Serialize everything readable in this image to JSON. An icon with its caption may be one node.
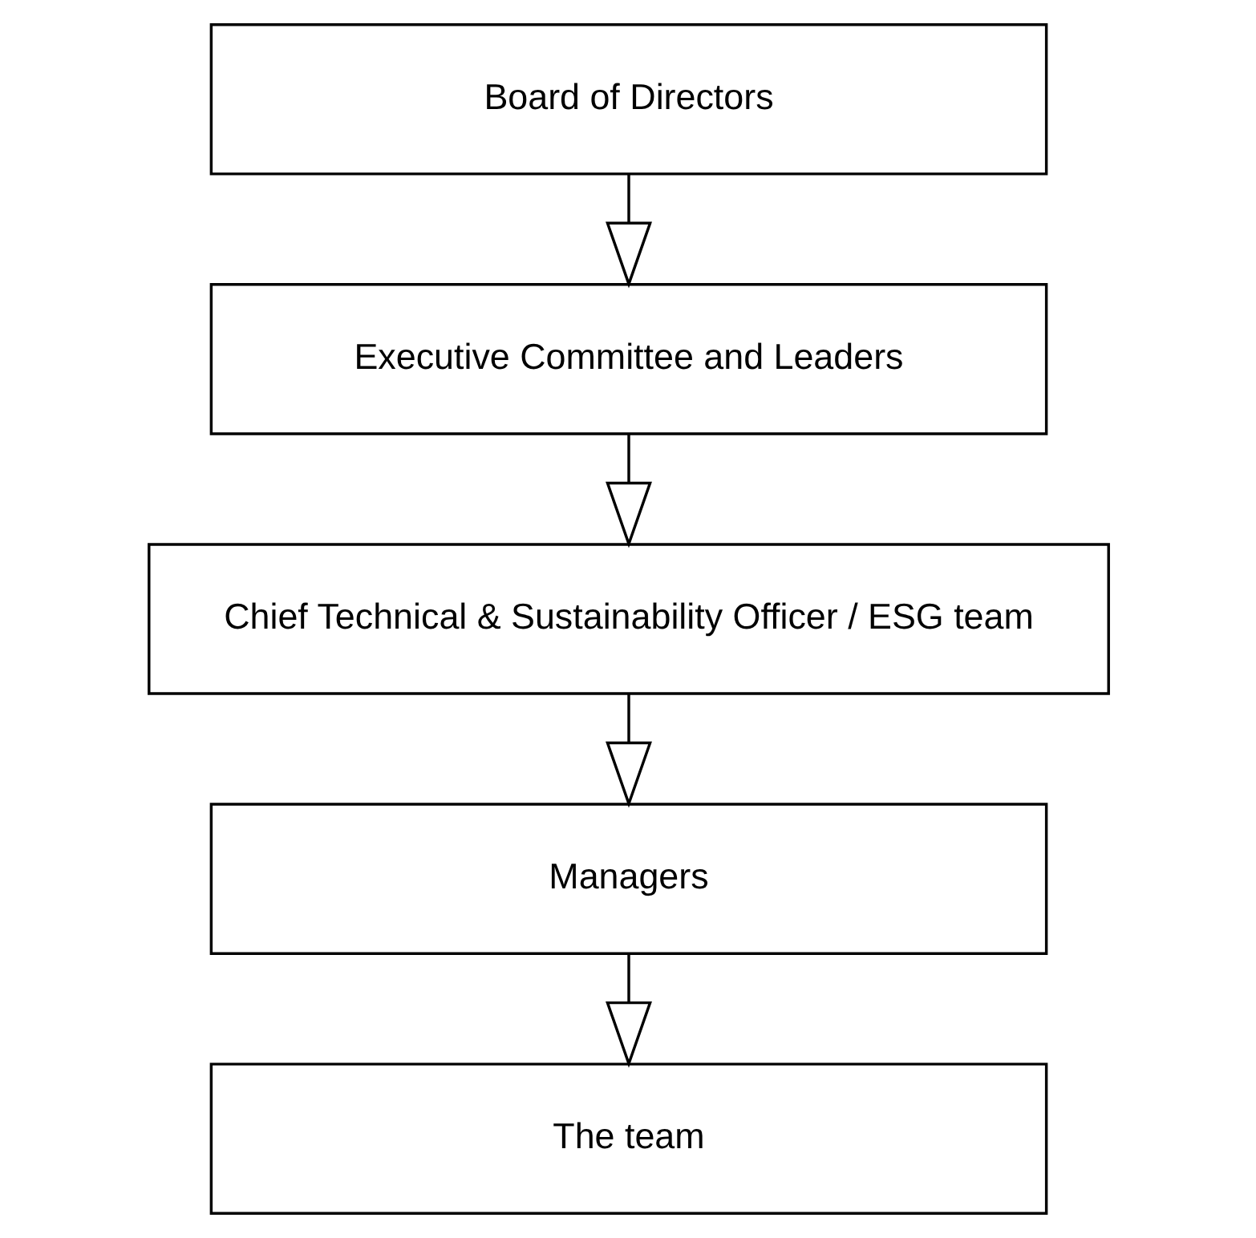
{
  "diagram": {
    "nodes": [
      {
        "text": [
          "Board of Directors"
        ]
      },
      {
        "text": [
          "Executive Committee and Leaders"
        ]
      },
      {
        "text": [
          "Chief Technical & Sustainability Officer / ESG team"
        ]
      },
      {
        "text": [
          "Managers"
        ]
      },
      {
        "text": [
          "The team"
        ]
      }
    ],
    "edges": [
      {
        "from": 0,
        "to": 1,
        "arrow": "to"
      },
      {
        "from": 1,
        "to": 2,
        "arrow": "to"
      },
      {
        "from": 2,
        "to": 3,
        "arrow": "to"
      },
      {
        "from": 3,
        "to": 4,
        "arrow": "to"
      }
    ]
  }
}
